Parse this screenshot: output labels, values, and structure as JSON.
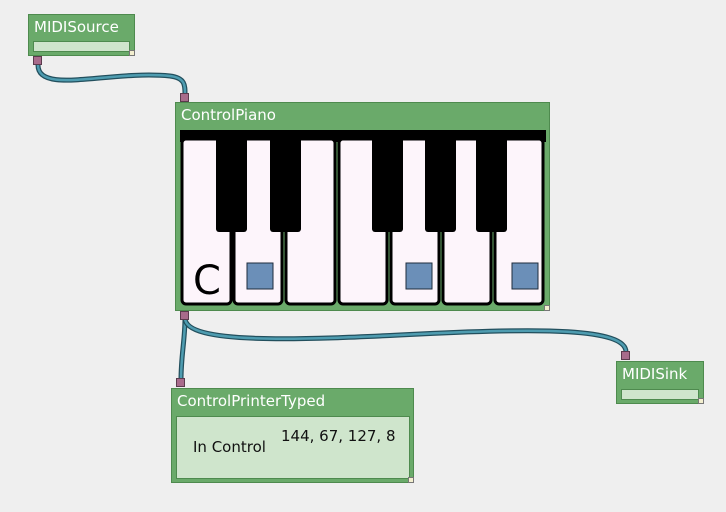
{
  "nodes": {
    "midi_source": {
      "title": "MIDISource"
    },
    "control_piano": {
      "title": "ControlPiano",
      "octave_label": "C",
      "highlighted_white_keys": [
        2,
        5,
        7
      ]
    },
    "control_printer": {
      "title": "ControlPrinterTyped",
      "label": "In Control",
      "value": "144, 67, 127, 8"
    },
    "midi_sink": {
      "title": "MIDISink"
    }
  },
  "colors": {
    "background": "#efefef",
    "node": "#6aaa6a",
    "node_body": "#cfe5cc",
    "port": "#a86b8b",
    "wire": "#3d8497",
    "key_white": "#fdf5fb",
    "key_black": "#000000",
    "key_marker": "#6b8fb8"
  }
}
